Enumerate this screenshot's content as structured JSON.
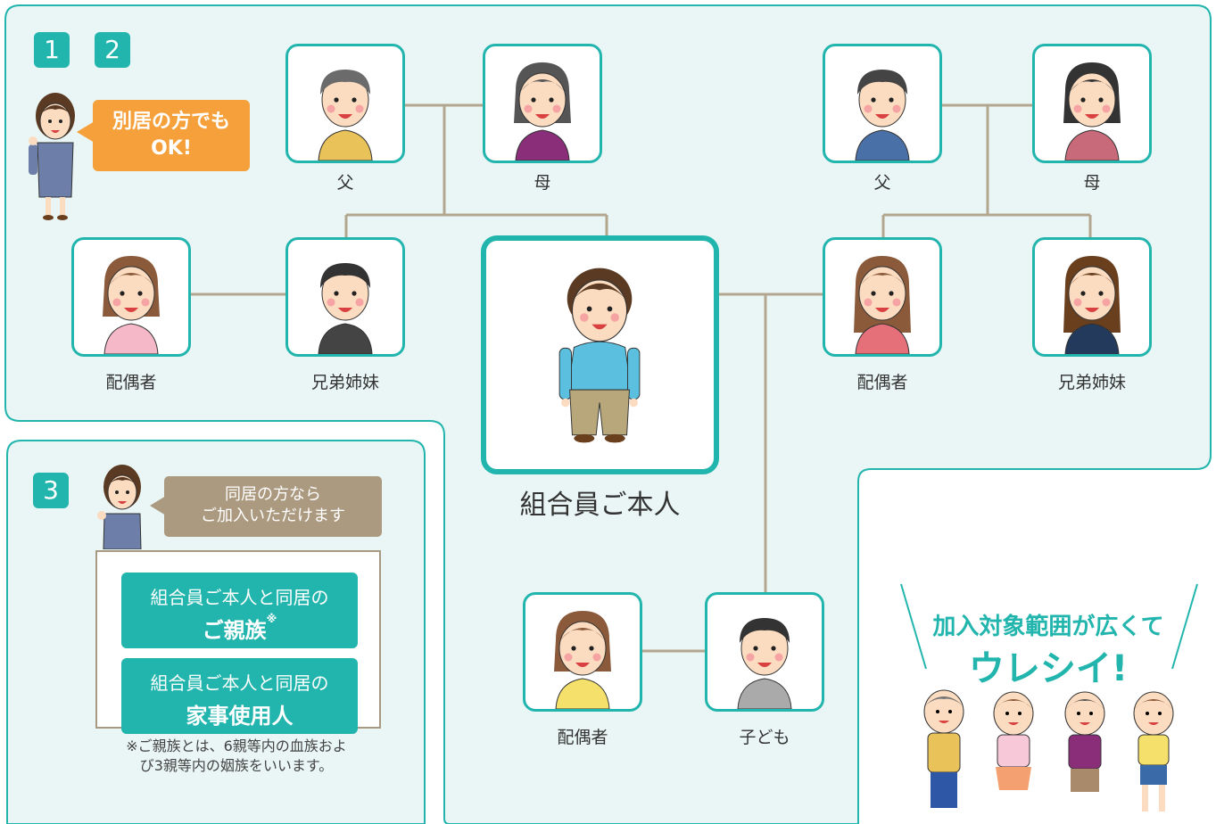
{
  "badges": [
    "1",
    "2",
    "3"
  ],
  "bubble_top": {
    "line1": "別居の方でも",
    "line2": "OK!"
  },
  "bubble_mid": {
    "line1": "同居の方なら",
    "line2": "ご加入いただけます"
  },
  "labels": {
    "father_left": "父",
    "mother_left": "母",
    "father_right": "父",
    "mother_right": "母",
    "spouse_left": "配偶者",
    "sibling_left": "兄弟姉妹",
    "member": "組合員ご本人",
    "spouse_right": "配偶者",
    "sibling_right": "兄弟姉妹",
    "spouse_bottom": "配偶者",
    "child": "子ども"
  },
  "box_relatives": {
    "line1": "組合員ご本人と同居の",
    "line2": "ご親族",
    "mark": "※"
  },
  "box_domestic": {
    "line1": "組合員ご本人と同居の",
    "line2": "家事使用人"
  },
  "note": {
    "line1": "※ご親族とは、6親等内の血族およ",
    "line2": "び3親等内の姻族をいいます。"
  },
  "headline": {
    "line1": "加入対象範囲が広くて",
    "line2": "ウレシイ!"
  },
  "colors": {
    "teal": "#22b5ad",
    "panel": "#e9f6f5",
    "orange": "#f5a03a",
    "brown": "#ac9a80",
    "line": "#b3a68f"
  }
}
